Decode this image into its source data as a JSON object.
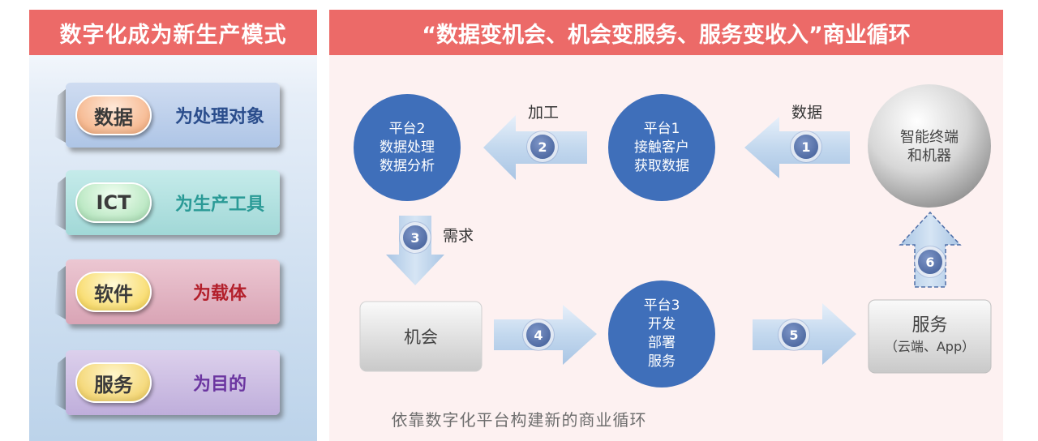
{
  "left": {
    "title": "数字化成为新生产模式",
    "cards": [
      {
        "pill": "数据",
        "text": "为处理对象"
      },
      {
        "pill": "ICT",
        "text": "为生产工具"
      },
      {
        "pill": "软件",
        "text": "为载体"
      },
      {
        "pill": "服务",
        "text": "为目的"
      }
    ]
  },
  "right": {
    "title": "“数据变机会、机会变服务、服务变收入”商业循环",
    "nodes": {
      "platform2": [
        "平台2",
        "数据处理",
        "数据分析"
      ],
      "platform1": [
        "平台1",
        "接触客户",
        "获取数据"
      ],
      "terminal": [
        "智能终端",
        "和机器"
      ],
      "opportunity": "机会",
      "platform3": [
        "平台3",
        "开发",
        "部署",
        "服务"
      ],
      "service": {
        "title": "服务",
        "sub": "（云端、App）"
      }
    },
    "arrow_labels": {
      "processing": "加工",
      "data": "数据",
      "demand": "需求"
    },
    "steps": [
      "1",
      "2",
      "3",
      "4",
      "5",
      "6"
    ],
    "footer": "依靠数字化平台构建新的商业循环",
    "colors": {
      "header": "#ec6a68",
      "node_blue": "#3f6fba",
      "arrow": "#c9dcef"
    }
  }
}
